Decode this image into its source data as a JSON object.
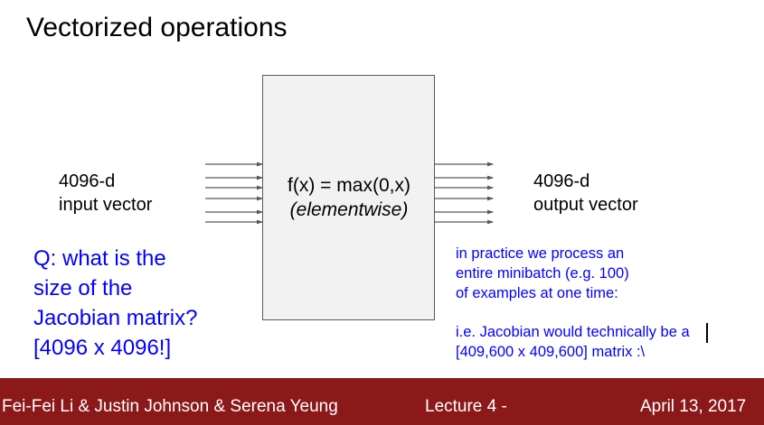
{
  "slide": {
    "title": "Vectorized operations",
    "function_box": {
      "formula": "f(x) = max(0,x)",
      "note": "(elementwise)"
    },
    "input_label": {
      "line1": "4096-d",
      "line2": "input vector"
    },
    "output_label": {
      "line1": "4096-d",
      "line2": "output vector"
    },
    "question": {
      "lines": [
        "Q: what is the",
        "size of the",
        "Jacobian matrix?",
        "[4096 x 4096!]"
      ]
    },
    "practice_note": {
      "lines": [
        "in practice we process an",
        "entire minibatch (e.g. 100)",
        "of examples at one time:"
      ]
    },
    "jacobian_note": {
      "lines": [
        "i.e. Jacobian would technically be a",
        "[409,600 x 409,600] matrix :\\"
      ]
    },
    "arrows": {
      "input_count": 6,
      "output_count": 6
    }
  },
  "footer": {
    "authors": "Fei-Fei Li & Justin Johnson & Serena Yeung",
    "lecture": "Lecture 4 -",
    "date": "April 13, 2017"
  },
  "colors": {
    "footer_bg": "#8b1919",
    "accent_text": "#0000ff",
    "box_fill": "#f2f2f2",
    "box_border": "#595959"
  }
}
